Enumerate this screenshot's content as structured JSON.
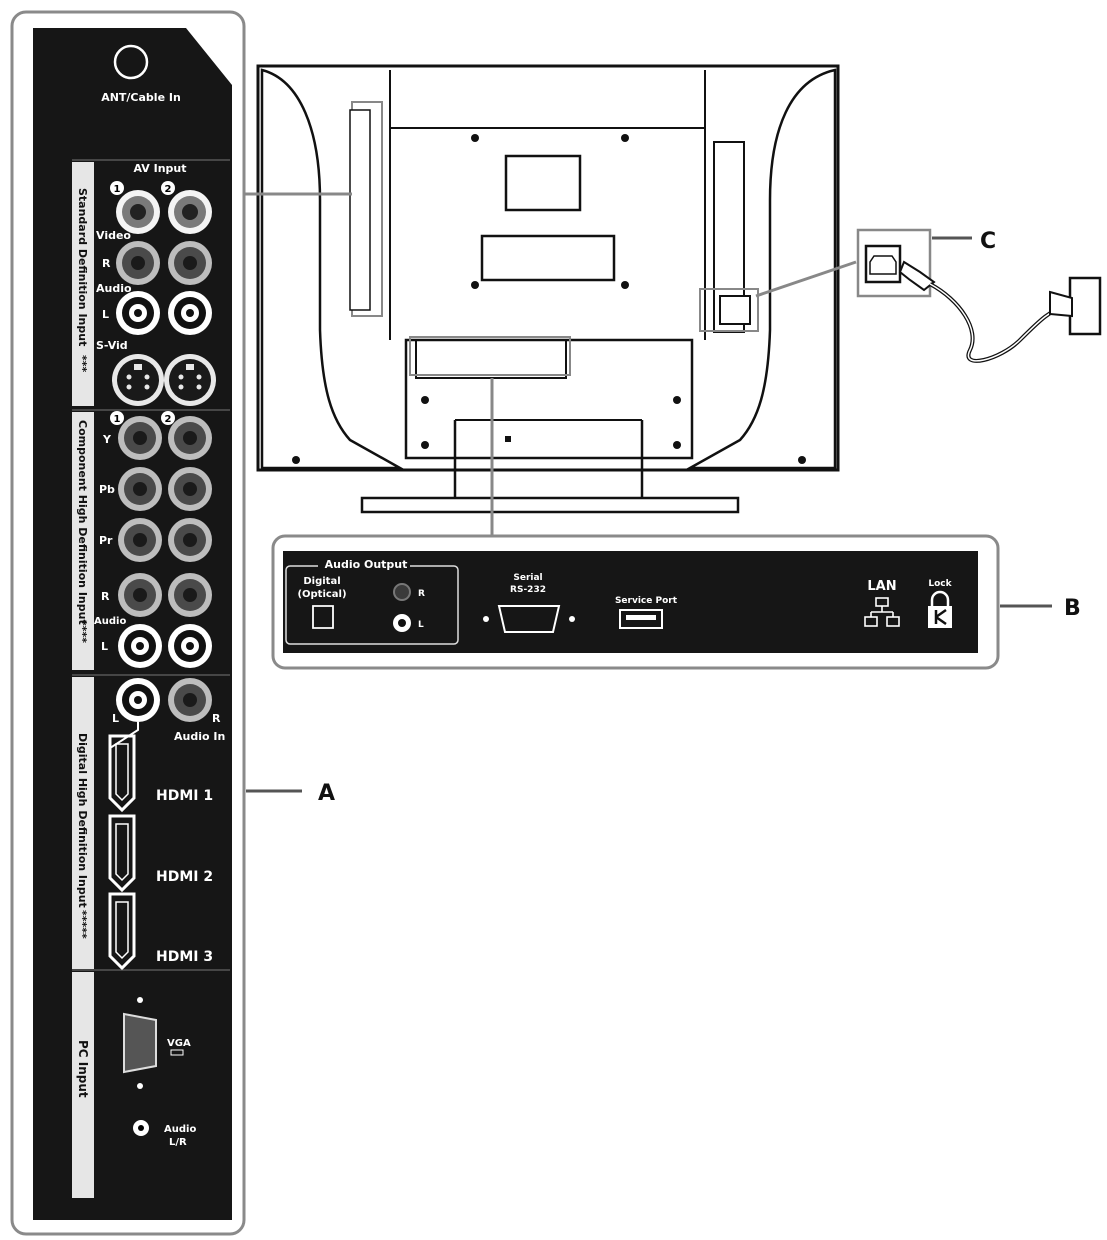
{
  "callouts": {
    "a": "A",
    "b": "B",
    "c": "C"
  },
  "side_panel": {
    "ant_label": "ANT/Cable In",
    "av_input_label": "AV Input",
    "num1": "1",
    "num2": "2",
    "standard_section": "Standard Definition Input",
    "standard_stars": "***",
    "video": "Video",
    "r": "R",
    "audio": "Audio",
    "l": "L",
    "svid": "S-Vid",
    "component_section": "Component High Definition Input",
    "component_stars": "****",
    "y": "Y",
    "pb": "Pb",
    "pr": "Pr",
    "comp_r": "R",
    "comp_audio": "Audio",
    "comp_l": "L",
    "digital_section": "Digital High Definition Input",
    "digital_stars": "*****",
    "hdmi_audio_l": "L",
    "hdmi_audio_r": "R",
    "hdmi_audio_in": "Audio In",
    "hdmi1": "HDMI 1",
    "hdmi2": "HDMI 2",
    "hdmi3": "HDMI 3",
    "pc_section": "PC Input",
    "vga": "VGA",
    "pc_audio": "Audio",
    "pc_audio_lr": "L/R"
  },
  "bottom_panel": {
    "audio_output": "Audio Output",
    "digital": "Digital",
    "optical": "(Optical)",
    "r": "R",
    "l": "L",
    "serial": "Serial",
    "rs232": "RS-232",
    "service_port": "Service Port",
    "lan": "LAN",
    "lock": "Lock"
  }
}
